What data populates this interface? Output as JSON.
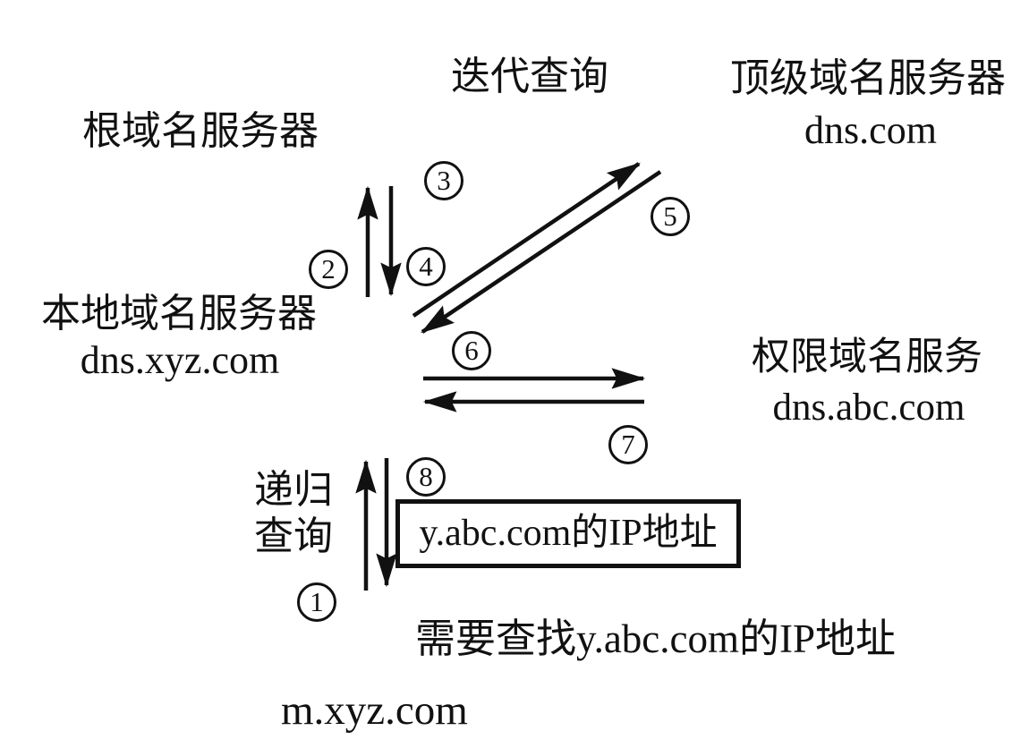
{
  "diagram": {
    "background": "#ffffff",
    "ink": "#111111",
    "labels": {
      "iterative_query": "迭代查询",
      "recursive_query_line1": "递归",
      "recursive_query_line2": "查询",
      "ip_result_box": "y.abc.com的IP地址",
      "client_need": "需要查找y.abc.com的IP地址"
    },
    "nodes": {
      "root_server": {
        "name": "根域名服务器",
        "domain": ""
      },
      "tld_server": {
        "name": "顶级域名服务器",
        "domain": "dns.com"
      },
      "local_server": {
        "name": "本地域名服务器",
        "domain": "dns.xyz.com"
      },
      "auth_server": {
        "name": "权限域名服务",
        "domain": "dns.abc.com"
      },
      "client": {
        "name": "m.xyz.com"
      }
    },
    "steps": [
      {
        "number": "1"
      },
      {
        "number": "2"
      },
      {
        "number": "3"
      },
      {
        "number": "4"
      },
      {
        "number": "5"
      },
      {
        "number": "6"
      },
      {
        "number": "7"
      },
      {
        "number": "8"
      }
    ]
  }
}
